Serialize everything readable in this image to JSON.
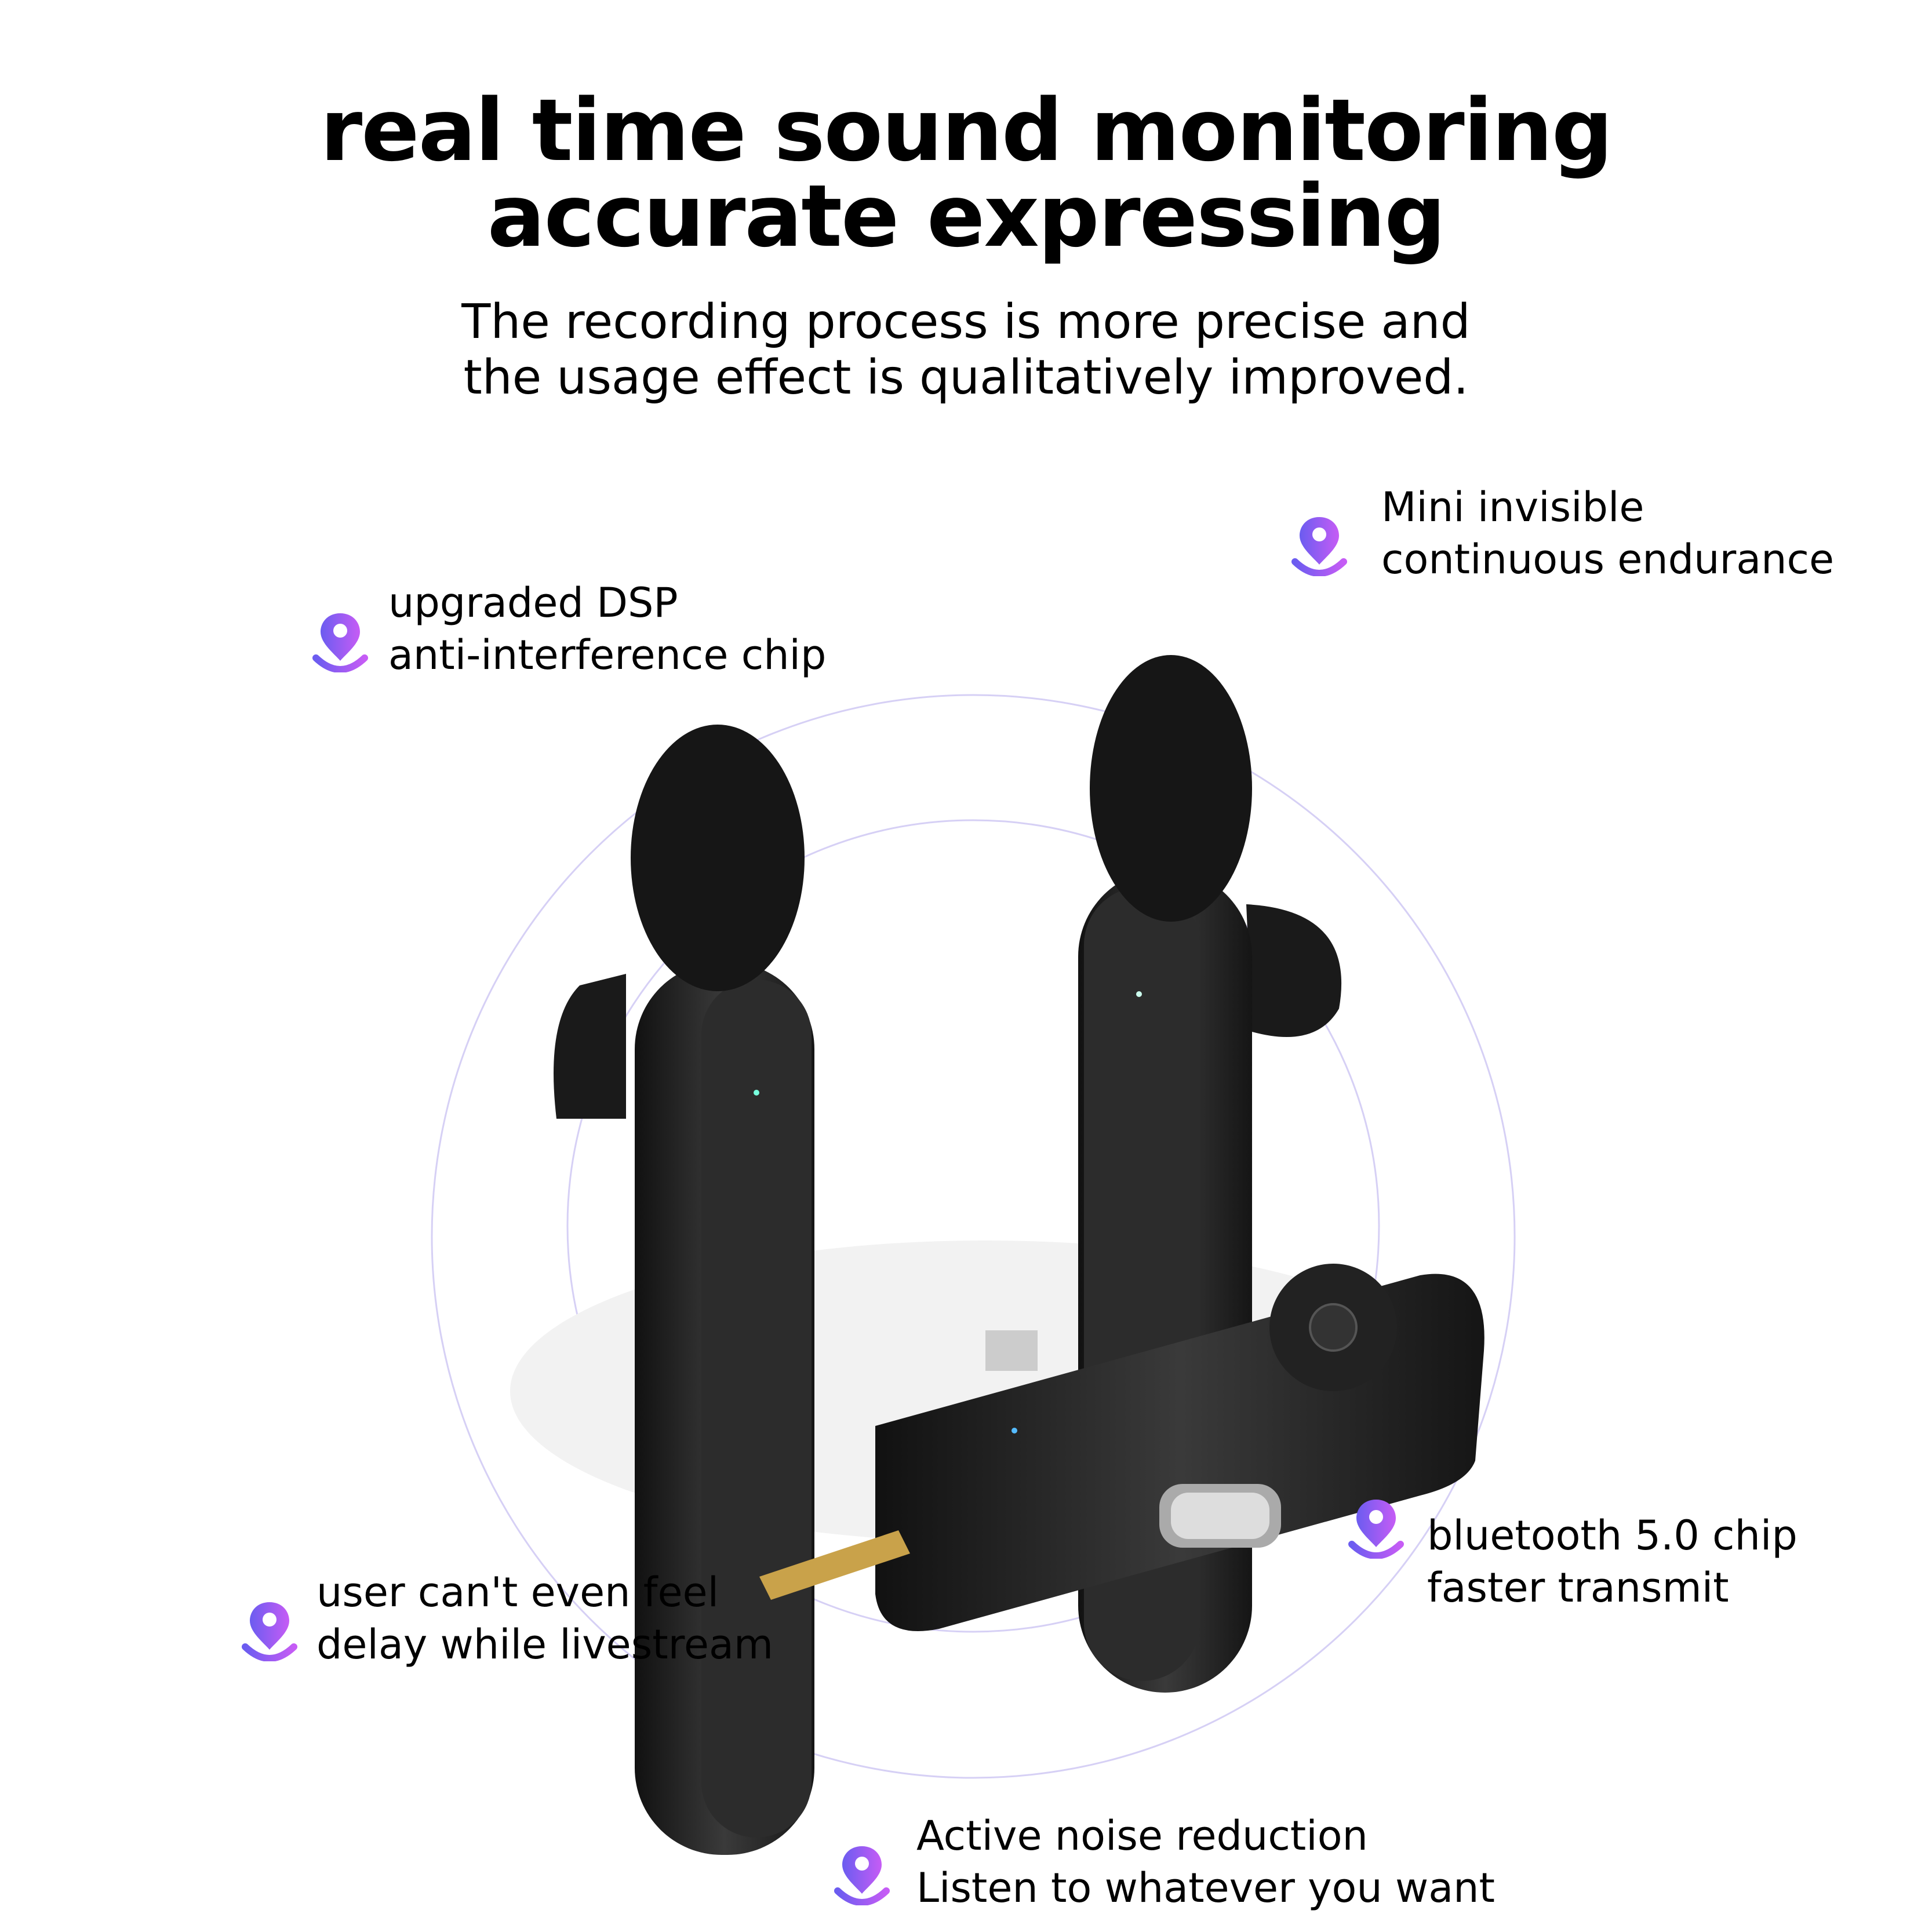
{
  "header": {
    "title_line1": "real time sound monitoring",
    "title_line2": "accurate expressing",
    "subtitle_line1": "The recording process is more precise and",
    "subtitle_line2": "the usage effect is qualitatively improved."
  },
  "features": [
    {
      "icon": "location-pin-icon",
      "line1": "Mini invisible",
      "line2": "continuous endurance"
    },
    {
      "icon": "location-pin-icon",
      "line1": "upgraded DSP",
      "line2": "anti-interference chip"
    },
    {
      "icon": "location-pin-icon",
      "line1": "user can't even feel",
      "line2": "delay while livestream"
    },
    {
      "icon": "location-pin-icon",
      "line1": "bluetooth 5.0 chip",
      "line2": "faster transmit"
    },
    {
      "icon": "location-pin-icon",
      "line1": "Active noise reduction",
      "line2": "Listen to whatever you want"
    }
  ],
  "colors": {
    "accent_start": "#6b5cf0",
    "accent_end": "#c65cf5",
    "circle": "#d6d0f5"
  }
}
